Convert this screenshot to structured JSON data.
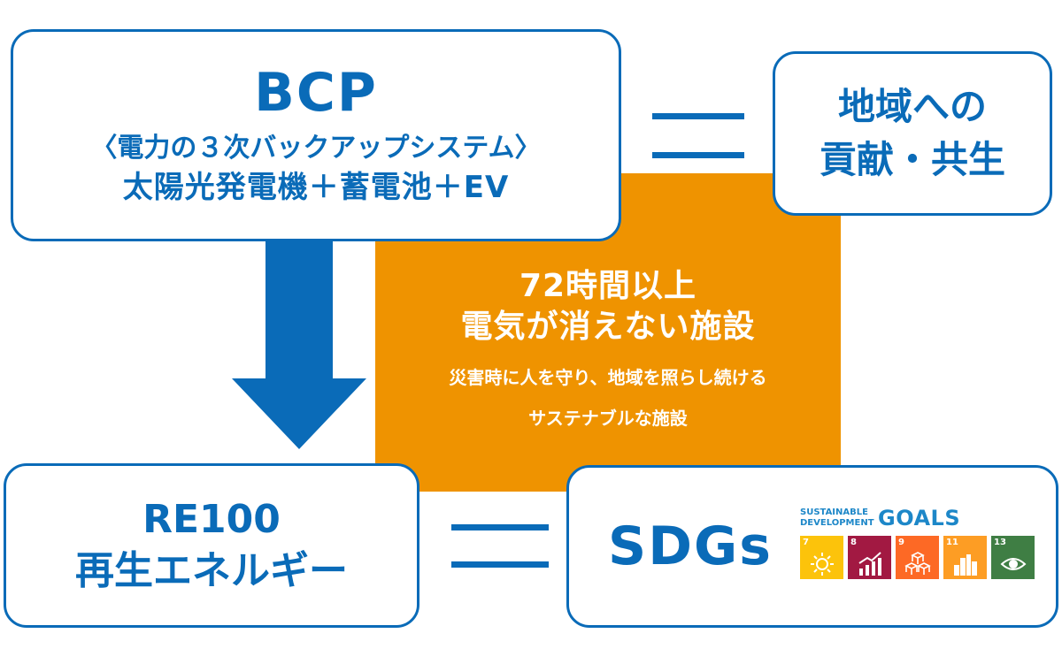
{
  "bcp": {
    "title": "BCP",
    "subtitle": "〈電力の３次バックアップシステム〉",
    "detail": "太陽光発電機＋蓄電池＋EV"
  },
  "local": {
    "line1": "地域への",
    "line2": "貢献・共生"
  },
  "center": {
    "line1": "72時間以上",
    "line2": "電気が消えない施設",
    "sub1": "災害時に人を守り、地域を照らし続ける",
    "sub2": "サステナブルな施設"
  },
  "re100": {
    "line1": "RE100",
    "line2": "再生エネルギー"
  },
  "sdgs": {
    "title": "SDGs",
    "logo_line1": "SUSTAINABLE",
    "logo_line2": "DEVELOPMENT",
    "logo_goals": "GOALS",
    "tiles": [
      {
        "number": "7",
        "color": "#fcc30b",
        "icon": "sun-icon"
      },
      {
        "number": "8",
        "color": "#a21942",
        "icon": "growth-chart-icon"
      },
      {
        "number": "9",
        "color": "#fd6925",
        "icon": "cubes-icon"
      },
      {
        "number": "11",
        "color": "#fd9d24",
        "icon": "city-icon"
      },
      {
        "number": "13",
        "color": "#3f7e44",
        "icon": "eye-icon"
      }
    ]
  },
  "colors": {
    "primary_blue": "#0a6bb8",
    "center_orange": "#ef9300"
  }
}
